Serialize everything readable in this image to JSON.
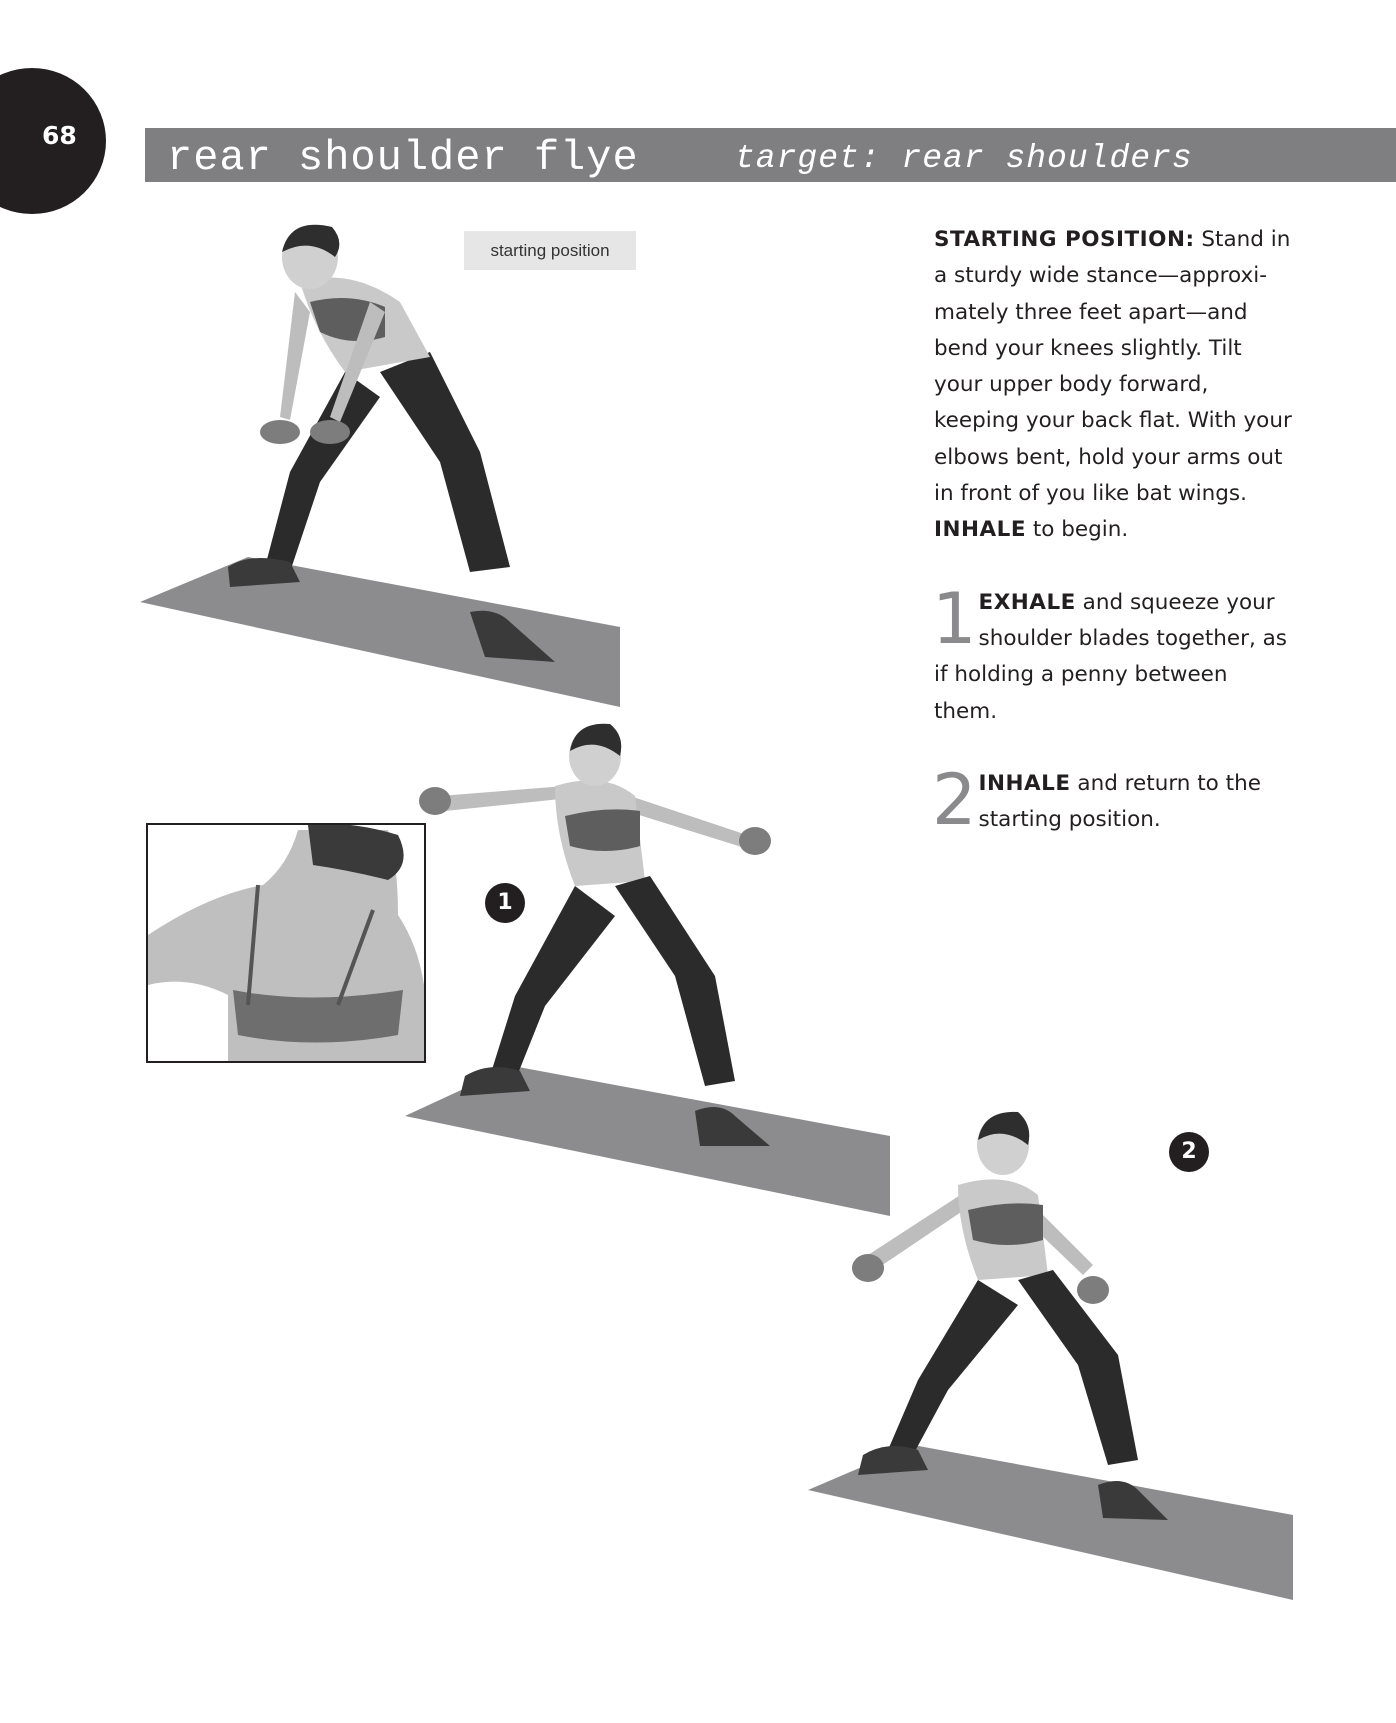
{
  "page": {
    "number": "68"
  },
  "header": {
    "title": "rear shoulder flye",
    "target": "target: rear shoulders"
  },
  "photos": {
    "caption": "starting position",
    "step_badges": [
      "1",
      "2"
    ]
  },
  "instructions": {
    "starting_label": "STARTING POSITION:",
    "starting_text": " Stand in a sturdy wide stance—approxi-mately three feet apart—and bend your knees slightly. Tilt your upper body forward, keeping your back flat. With your elbows bent, hold your arms out in front of you like bat wings. ",
    "starting_kw": "INHALE",
    "starting_end": " to begin.",
    "steps": [
      {
        "number": "1",
        "keyword": "EXHALE",
        "text": " and squeeze your shoulder blades together, as if holding a penny between them."
      },
      {
        "number": "2",
        "keyword": "INHALE",
        "text": " and return to the starting position."
      }
    ]
  }
}
